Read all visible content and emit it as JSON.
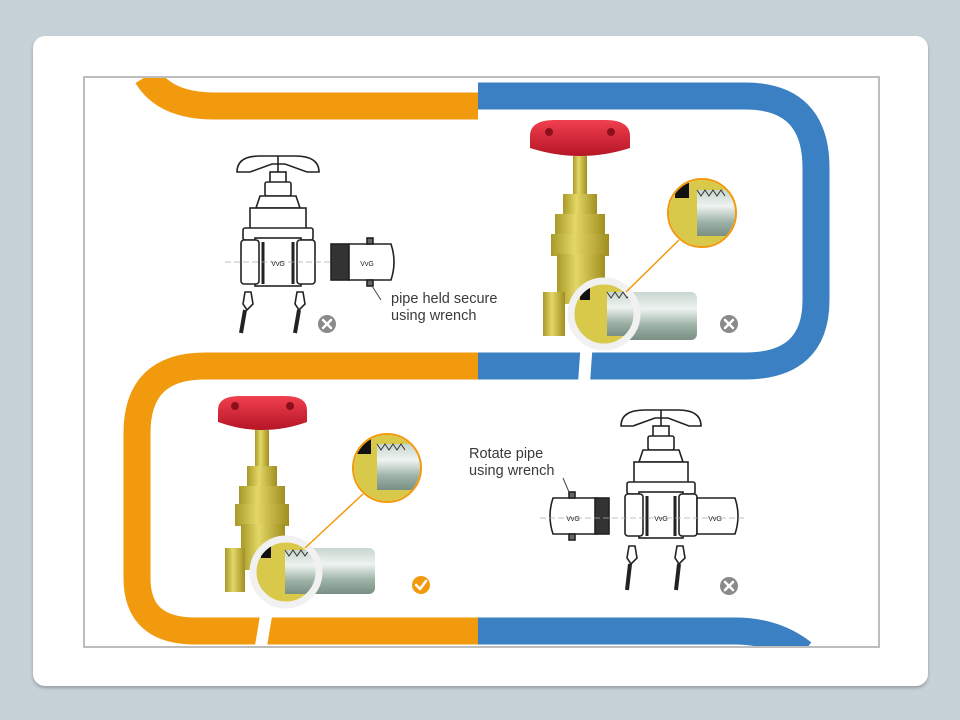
{
  "colors": {
    "path_orange": "#f29a0e",
    "path_blue": "#3a80c3",
    "valve_handle_red": "#e0283a",
    "brass": "#c9b43a",
    "pipe_steel": "#9fb3a8",
    "status_wrong": "#8a8a8a",
    "status_correct": "#f29a0e"
  },
  "steps": [
    {
      "id": "step-1",
      "style": "line-drawing",
      "annotation": "pipe held secure\nusing wrench",
      "annotation_lines": [
        "pipe held secure",
        "using wrench"
      ],
      "brand_marks": [
        "VvG",
        "VvG"
      ],
      "status": "incorrect",
      "status_icon": "x-circle-icon"
    },
    {
      "id": "step-2",
      "style": "color-illustration",
      "detail": "magnified thread connection",
      "status": "incorrect",
      "status_icon": "x-circle-icon"
    },
    {
      "id": "step-3",
      "style": "color-illustration",
      "detail": "magnified thread connection",
      "status": "correct",
      "status_icon": "check-circle-icon"
    },
    {
      "id": "step-4",
      "style": "line-drawing",
      "annotation_lines": [
        "Rotate pipe",
        "using wrench"
      ],
      "brand_marks": [
        "VvG",
        "VvG",
        "VvG"
      ],
      "status": "incorrect",
      "status_icon": "x-circle-icon"
    }
  ]
}
